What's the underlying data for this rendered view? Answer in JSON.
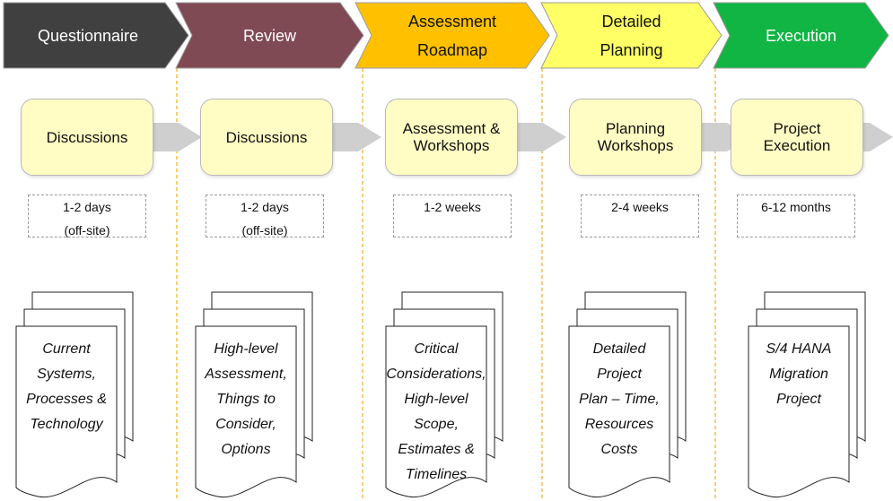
{
  "stages": [
    {
      "title": "Questionnaire",
      "color": "#404040",
      "text_color": "#ffffff",
      "activity": "Discussions",
      "duration": "1-2 days\n(off-site)",
      "deliverable": "Current\nSystems,\nProcesses &\nTechnology"
    },
    {
      "title": "Review",
      "color": "#804A55",
      "text_color": "#ffffff",
      "activity": "Discussions",
      "duration": "1-2 days\n(off-site)",
      "deliverable": "High-level\nAssessment,\nThings to\nConsider,\nOptions"
    },
    {
      "title": "Assessment\nRoadmap",
      "color": "#FFC000",
      "text_color": "#111111",
      "activity": "Assessment &\nWorkshops",
      "duration": "1-2 weeks",
      "deliverable": "Critical\nConsiderations,\nHigh-level\nScope,\nEstimates &\nTimelines"
    },
    {
      "title": "Detailed\nPlanning",
      "color": "#FFFF66",
      "text_color": "#111111",
      "activity": "Planning\nWorkshops",
      "duration": "2-4 weeks",
      "deliverable": "Detailed\nProject\nPlan – Time,\nResources\nCosts"
    },
    {
      "title": "Execution",
      "color": "#11B543",
      "text_color": "#ffffff",
      "activity": "Project\nExecution",
      "duration": "6-12 months",
      "deliverable": "S/4 HANA\nMigration\nProject"
    }
  ],
  "colors": {
    "activity_fill": "#fffdc4",
    "separator": "#f2b233",
    "connector": "#cfcfcf"
  }
}
